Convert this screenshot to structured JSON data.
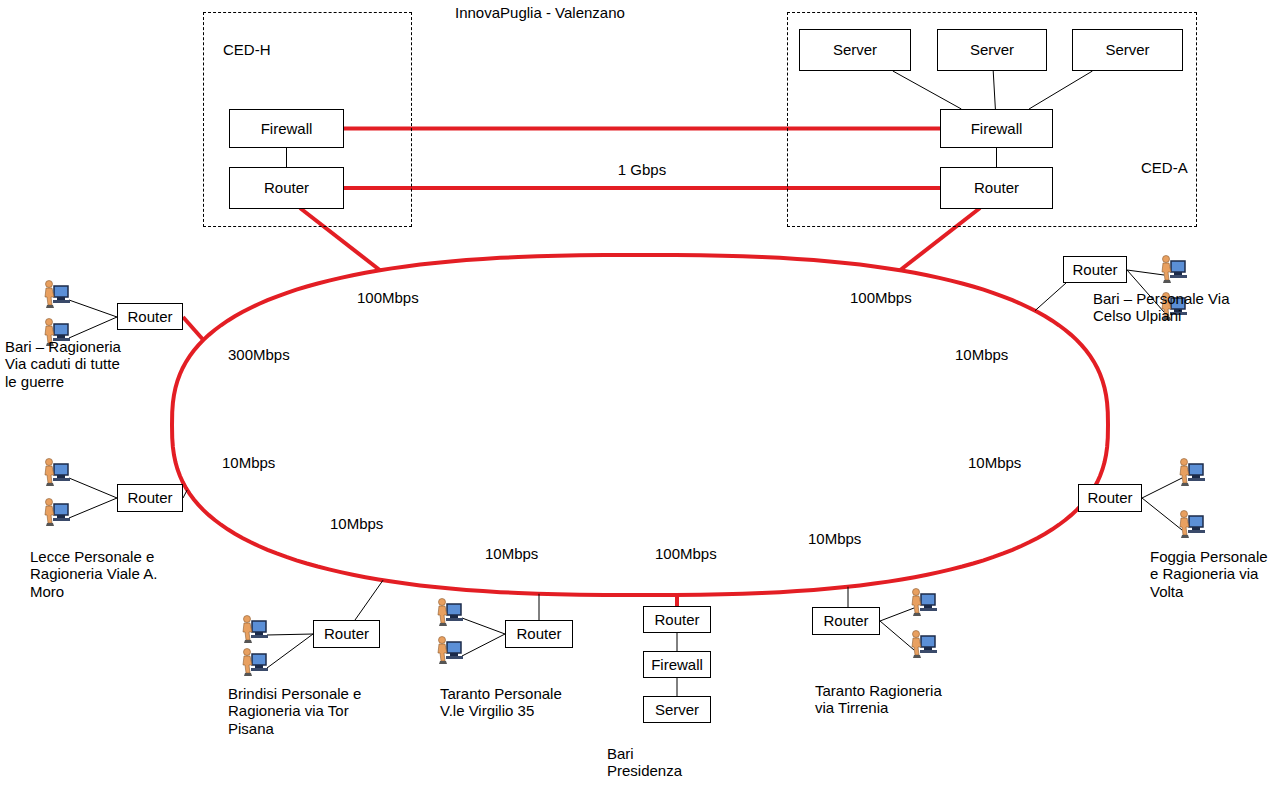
{
  "diagram": {
    "nodes": [
      {
        "text": [
          "CED-H"
        ]
      },
      {
        "text": [
          "Firewall"
        ],
        "in": 0
      },
      {
        "text": [
          "Router"
        ],
        "in": 0
      },
      {
        "text": [
          "CED-A"
        ]
      },
      {
        "text": [
          "Server"
        ],
        "in": 3
      },
      {
        "text": [
          "Server"
        ],
        "in": 3
      },
      {
        "text": [
          "Server"
        ],
        "in": 3
      },
      {
        "text": [
          "Firewall"
        ],
        "in": 3
      },
      {
        "text": [
          "Router"
        ],
        "in": 3
      },
      {
        "text": [
          "Router"
        ]
      },
      {
        "text": [
          "Router"
        ]
      },
      {
        "text": [
          "Router"
        ]
      },
      {
        "text": [
          "Router"
        ]
      },
      {
        "text": [
          "Router"
        ]
      },
      {
        "text": [
          "Router"
        ]
      },
      {
        "text": [
          "Router"
        ]
      },
      {
        "text": [
          "Firewall"
        ]
      },
      {
        "text": [
          "Server"
        ]
      },
      {
        "text": [
          "Router"
        ]
      }
    ],
    "edges": [
      {
        "from": 1,
        "to": 7,
        "arrow": "none"
      },
      {
        "from": 2,
        "to": 8,
        "label": "1 Gbps",
        "arrow": "none"
      },
      {
        "from": 1,
        "to": 2,
        "arrow": "none"
      },
      {
        "from": 4,
        "to": 7,
        "arrow": "none"
      },
      {
        "from": 5,
        "to": 7,
        "arrow": "none"
      },
      {
        "from": 6,
        "to": 7,
        "arrow": "none"
      },
      {
        "from": 7,
        "to": 8,
        "arrow": "none"
      },
      {
        "from": 15,
        "to": 16,
        "arrow": "none"
      },
      {
        "from": 16,
        "to": 17,
        "arrow": "none"
      }
    ],
    "labels": [
      "InnovaPuglia - Valenzano",
      "100Mbps",
      "100Mbps",
      "300Mbps",
      "10Mbps",
      "Bari – Ragioneria Via caduti di tutte le guerre",
      "Bari – Personale Via Celso Ulpiani",
      "10Mbps",
      "10Mbps",
      "Lecce Personale e Ragioneria Viale A. Moro",
      "Foggia Personale e Ragioneria via Volta",
      "10Mbps",
      "10Mbps",
      "100Mbps",
      "10Mbps",
      "Brindisi Personale e Ragioneria via Tor Pisana",
      "Taranto Personale V.le Virgilio 35",
      "Taranto Ragioneria via Tirrenia",
      "Bari Presidenza"
    ]
  }
}
